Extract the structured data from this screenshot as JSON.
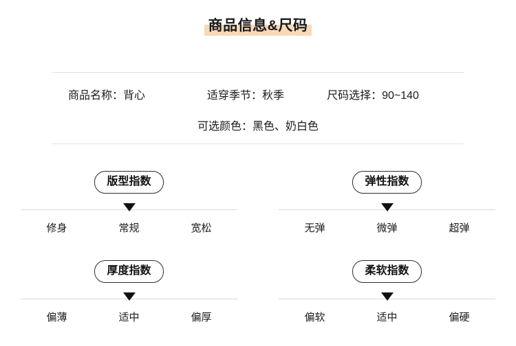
{
  "header": {
    "title": "商品信息&尺码",
    "highlight_color": "#F7D9B8"
  },
  "info": {
    "row1": [
      {
        "label": "商品名称：",
        "value": "背心"
      },
      {
        "label": "适穿季节：",
        "value": "秋季"
      },
      {
        "label": "尺码选择：",
        "value": "90~140"
      }
    ],
    "row2": [
      {
        "label": "可选颜色：",
        "value": "黑色、奶白色"
      }
    ]
  },
  "indices": [
    {
      "name": "版型指数",
      "options": [
        "修身",
        "常规",
        "宽松"
      ],
      "selected_index": 1
    },
    {
      "name": "弹性指数",
      "options": [
        "无弹",
        "微弹",
        "超弹"
      ],
      "selected_index": 1
    },
    {
      "name": "厚度指数",
      "options": [
        "偏薄",
        "适中",
        "偏厚"
      ],
      "selected_index": 1
    },
    {
      "name": "柔软指数",
      "options": [
        "偏软",
        "适中",
        "偏硬"
      ],
      "selected_index": 1
    }
  ]
}
